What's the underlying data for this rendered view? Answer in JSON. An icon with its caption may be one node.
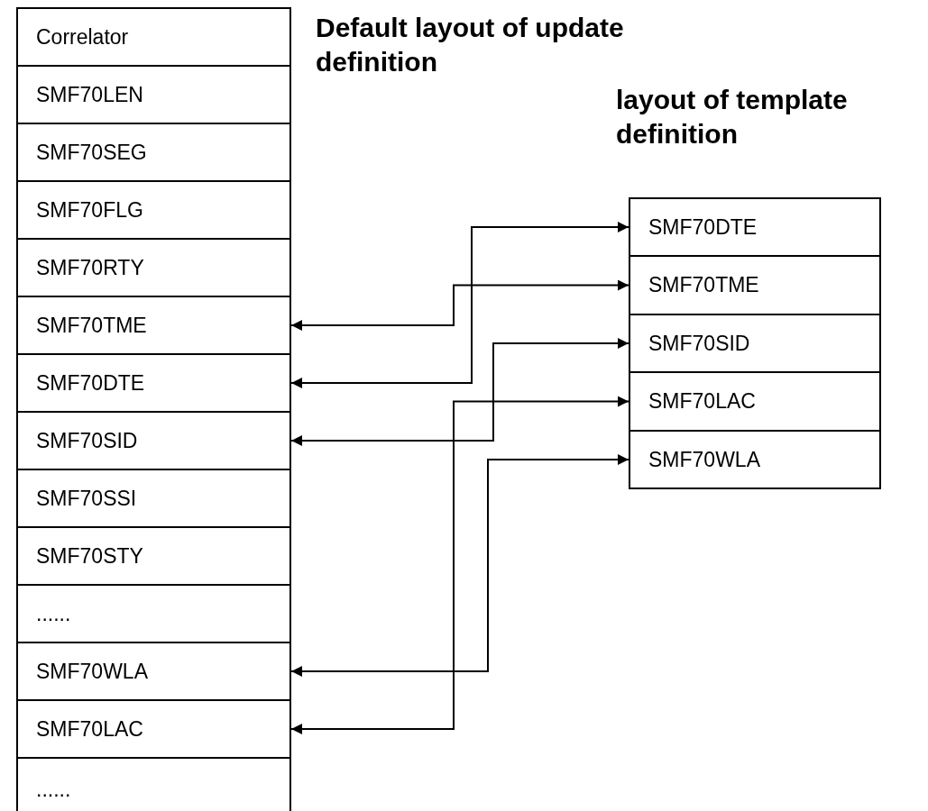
{
  "diagram": {
    "nodes": [
      {
        "text": [
          "Correlator"
        ]
      },
      {
        "text": [
          "SMF70LEN"
        ]
      },
      {
        "text": [
          "SMF70SEG"
        ]
      },
      {
        "text": [
          "SMF70FLG"
        ]
      },
      {
        "text": [
          "SMF70RTY"
        ]
      },
      {
        "text": [
          "SMF70TME"
        ]
      },
      {
        "text": [
          "SMF70DTE"
        ]
      },
      {
        "text": [
          "SMF70SID"
        ]
      },
      {
        "text": [
          "SMF70SSI"
        ]
      },
      {
        "text": [
          "SMF70STY"
        ]
      },
      {
        "text": [
          "......"
        ]
      },
      {
        "text": [
          "SMF70WLA"
        ]
      },
      {
        "text": [
          "SMF70LAC"
        ]
      },
      {
        "text": [
          "......"
        ]
      },
      {
        "text": [
          "SMF70DTE"
        ]
      },
      {
        "text": [
          "SMF70TME"
        ]
      },
      {
        "text": [
          "SMF70SID"
        ]
      },
      {
        "text": [
          "SMF70LAC"
        ]
      },
      {
        "text": [
          "SMF70WLA"
        ]
      }
    ],
    "edges": [
      {
        "from": 5,
        "to": 15,
        "arrow": "both"
      },
      {
        "from": 6,
        "to": 14,
        "arrow": "both"
      },
      {
        "from": 7,
        "to": 16,
        "arrow": "both"
      },
      {
        "from": 11,
        "to": 18,
        "arrow": "both"
      },
      {
        "from": 12,
        "to": 17,
        "arrow": "both"
      }
    ],
    "labels": [
      "Default layout of update definition",
      "layout of template definition"
    ]
  }
}
